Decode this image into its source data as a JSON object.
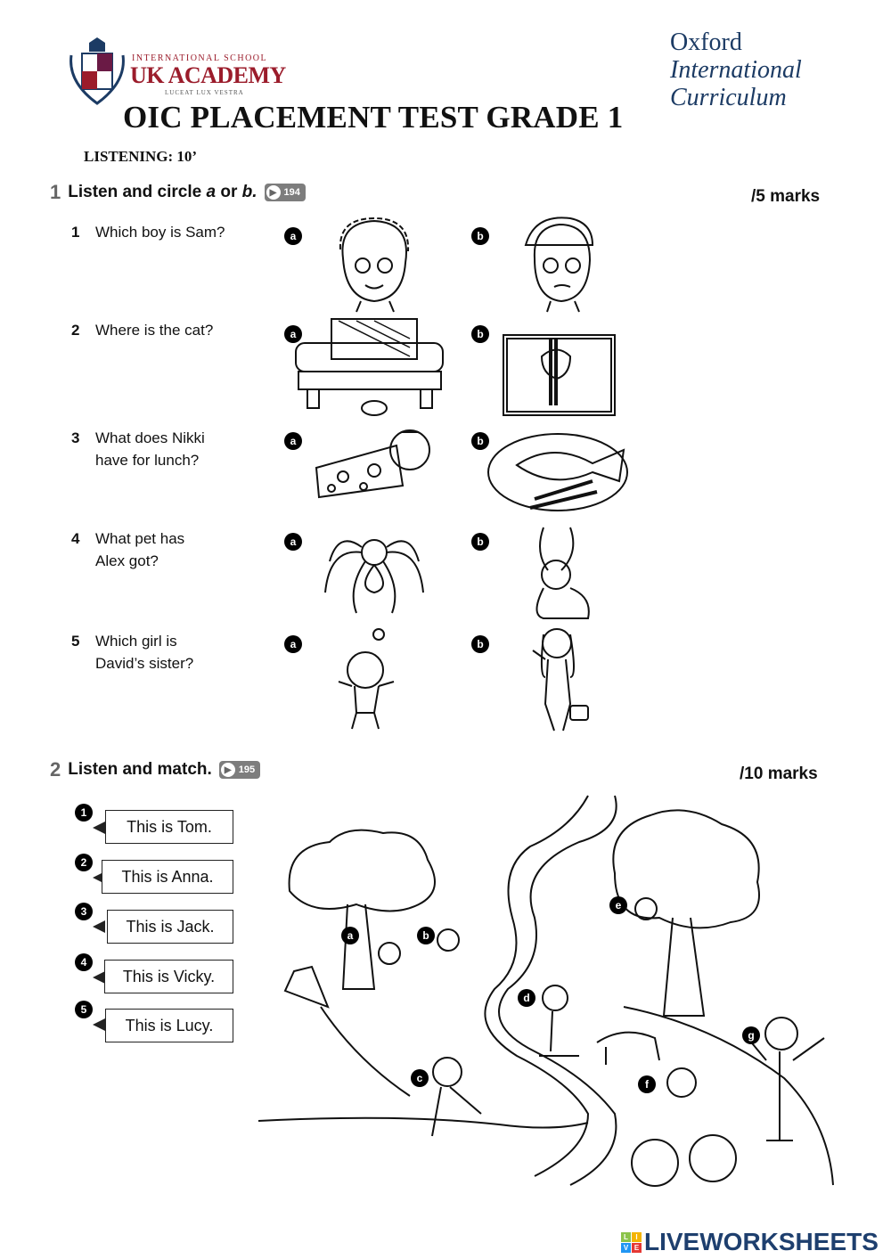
{
  "header": {
    "school_logo": {
      "top_line": "INTERNATIONAL SCHOOL",
      "name": "UK ACADEMY",
      "motto": "LUCEAT LUX VESTRA"
    },
    "oxford_logo": [
      "Oxford",
      "International",
      "Curriculum"
    ],
    "title": "OIC PLACEMENT TEST GRADE 1",
    "subtitle": "LISTENING: 10’"
  },
  "section1": {
    "number": "1",
    "title_prefix": "Listen and circle ",
    "title_a": "a",
    "title_mid": " or ",
    "title_b": "b.",
    "audio_track": "194",
    "marks": "/5 marks",
    "questions": [
      {
        "num": "1",
        "lines": [
          "Which boy is Sam?"
        ],
        "option_a": "a",
        "option_b": "b"
      },
      {
        "num": "2",
        "lines": [
          "Where is the cat?"
        ],
        "option_a": "a",
        "option_b": "b"
      },
      {
        "num": "3",
        "lines": [
          "What does Nikki",
          "have for lunch?"
        ],
        "option_a": "a",
        "option_b": "b"
      },
      {
        "num": "4",
        "lines": [
          "What pet has",
          "Alex got?"
        ],
        "option_a": "a",
        "option_b": "b"
      },
      {
        "num": "5",
        "lines": [
          "Which girl is",
          "David’s sister?"
        ],
        "option_a": "a",
        "option_b": "b"
      }
    ]
  },
  "section2": {
    "number": "2",
    "title": "Listen and match.",
    "audio_track": "195",
    "marks": "/10 marks",
    "items": [
      {
        "num": "1",
        "text": "This is Tom."
      },
      {
        "num": "2",
        "text": "This is Anna."
      },
      {
        "num": "3",
        "text": "This is Jack."
      },
      {
        "num": "4",
        "text": "This is Vicky."
      },
      {
        "num": "5",
        "text": "This is Lucy."
      }
    ],
    "scene_labels": [
      "a",
      "b",
      "c",
      "d",
      "e",
      "f",
      "g"
    ]
  },
  "footer": {
    "brand": "LIVEWORKSHEETS",
    "brand_tiles": [
      "L",
      "I",
      "V",
      "E"
    ]
  },
  "colors": {
    "uk_red": "#9b1c2b",
    "oxford_blue": "#1c3b64",
    "brand_blue": "#1e3f6e"
  }
}
